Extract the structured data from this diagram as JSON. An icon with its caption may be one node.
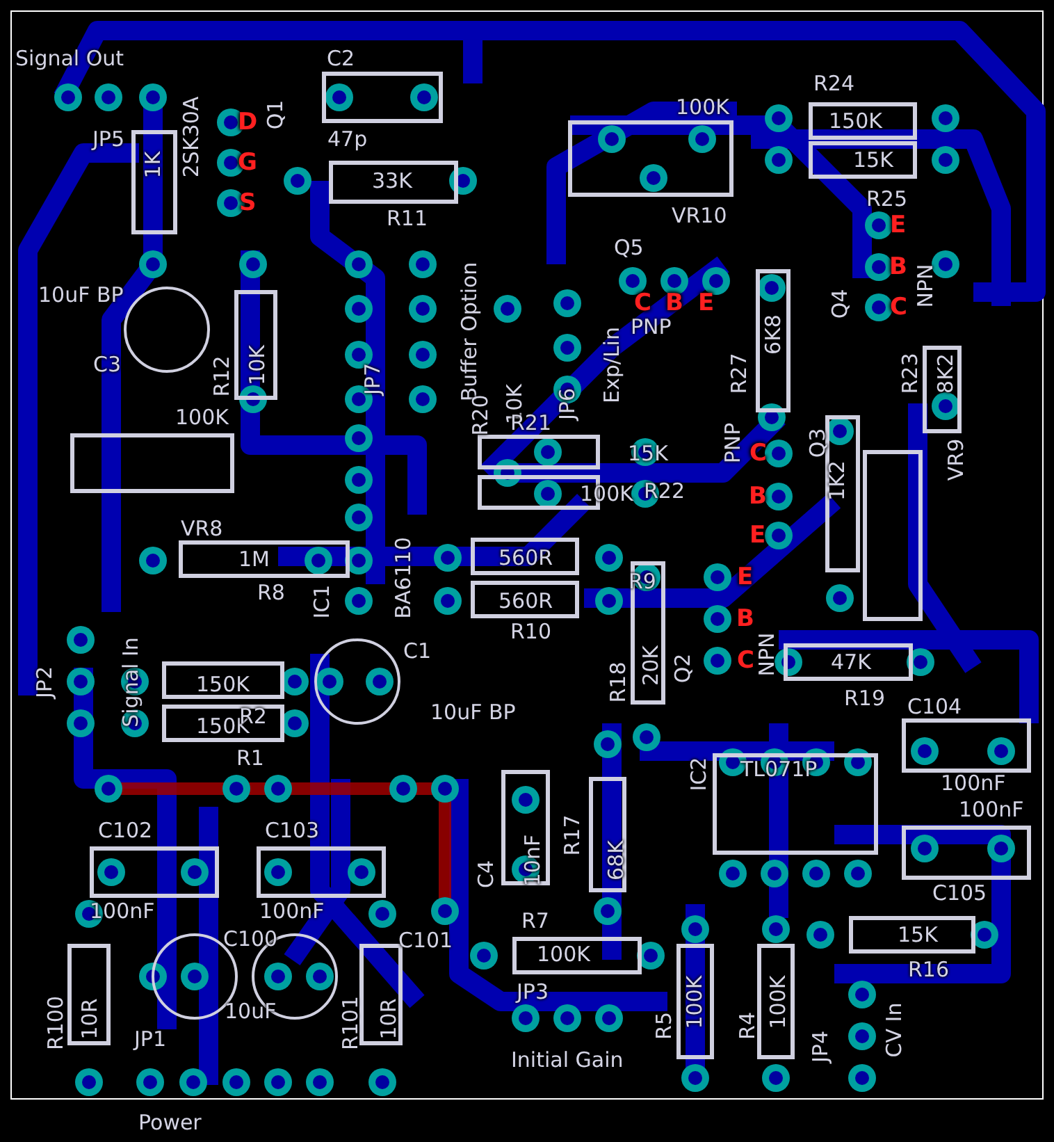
{
  "diagram": {
    "labels": [
      "Signal Out",
      "C2",
      "R24",
      "100K",
      "Q1",
      "D",
      "150K",
      "JP5",
      "47p",
      "2SK30A",
      "1K",
      "G",
      "15K",
      "33K",
      "S",
      "R25",
      "R11",
      "VR10",
      "E",
      "Q5",
      "B",
      "10uF BP",
      "C",
      "B",
      "E",
      "Q4",
      "NPN",
      "C",
      "Buffer Option",
      "PNP",
      "C3",
      "R12",
      "10K",
      "JP7",
      "Exp/Lin",
      "6K8",
      "R27",
      "R23",
      "8K2",
      "100K",
      "R20",
      "10K",
      "JP6",
      "R21",
      "15K",
      "PNP",
      "C",
      "Q3",
      "VR9",
      "100K",
      "R22",
      "1K2",
      "B",
      "VR8",
      "E",
      "1M",
      "560R",
      "E",
      "R8",
      "560R",
      "R9",
      "R10",
      "BA6110",
      "IC1",
      "B",
      "C1",
      "R18",
      "20K",
      "Q2",
      "C",
      "NPN",
      "47K",
      "R19",
      "C104",
      "JP2",
      "Signal In",
      "150K",
      "150K",
      "R2",
      "10uF BP",
      "R1",
      "100nF",
      "TL071P",
      "IC2",
      "100nF",
      "C102",
      "C103",
      "R17",
      "10nF",
      "68K",
      "C4",
      "C105",
      "100nF",
      "100nF",
      "C100",
      "C101",
      "R7",
      "15K",
      "100K",
      "R16",
      "R100",
      "10R",
      "10uF",
      "R101",
      "10R",
      "JP3",
      "JP1",
      "R5",
      "100K",
      "R4",
      "100K",
      "JP4",
      "CV In",
      "Initial Gain",
      "Power"
    ]
  }
}
